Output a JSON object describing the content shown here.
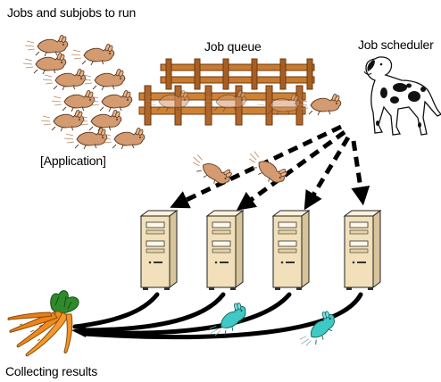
{
  "labels": {
    "jobs": "Jobs and subjobs to run",
    "queue": "Job queue",
    "scheduler": "Job scheduler",
    "application": "[Application]",
    "results": "Collecting results"
  },
  "colors": {
    "rabbit": "#d49a70",
    "rabbit_outline": "#5a3a22",
    "result_rabbit": "#3fc9c4",
    "fence": "#c87a2e",
    "fence_dark": "#6b3a12",
    "server": "#f1e0ba",
    "carrot": "#f08a1c",
    "leaves": "#2f8a2c"
  },
  "icons": {
    "rabbit": "rabbit-icon",
    "dog": "dalmatian-icon",
    "fence": "fence-icon",
    "server": "server-tower-icon",
    "carrots": "carrot-bunch-icon"
  }
}
